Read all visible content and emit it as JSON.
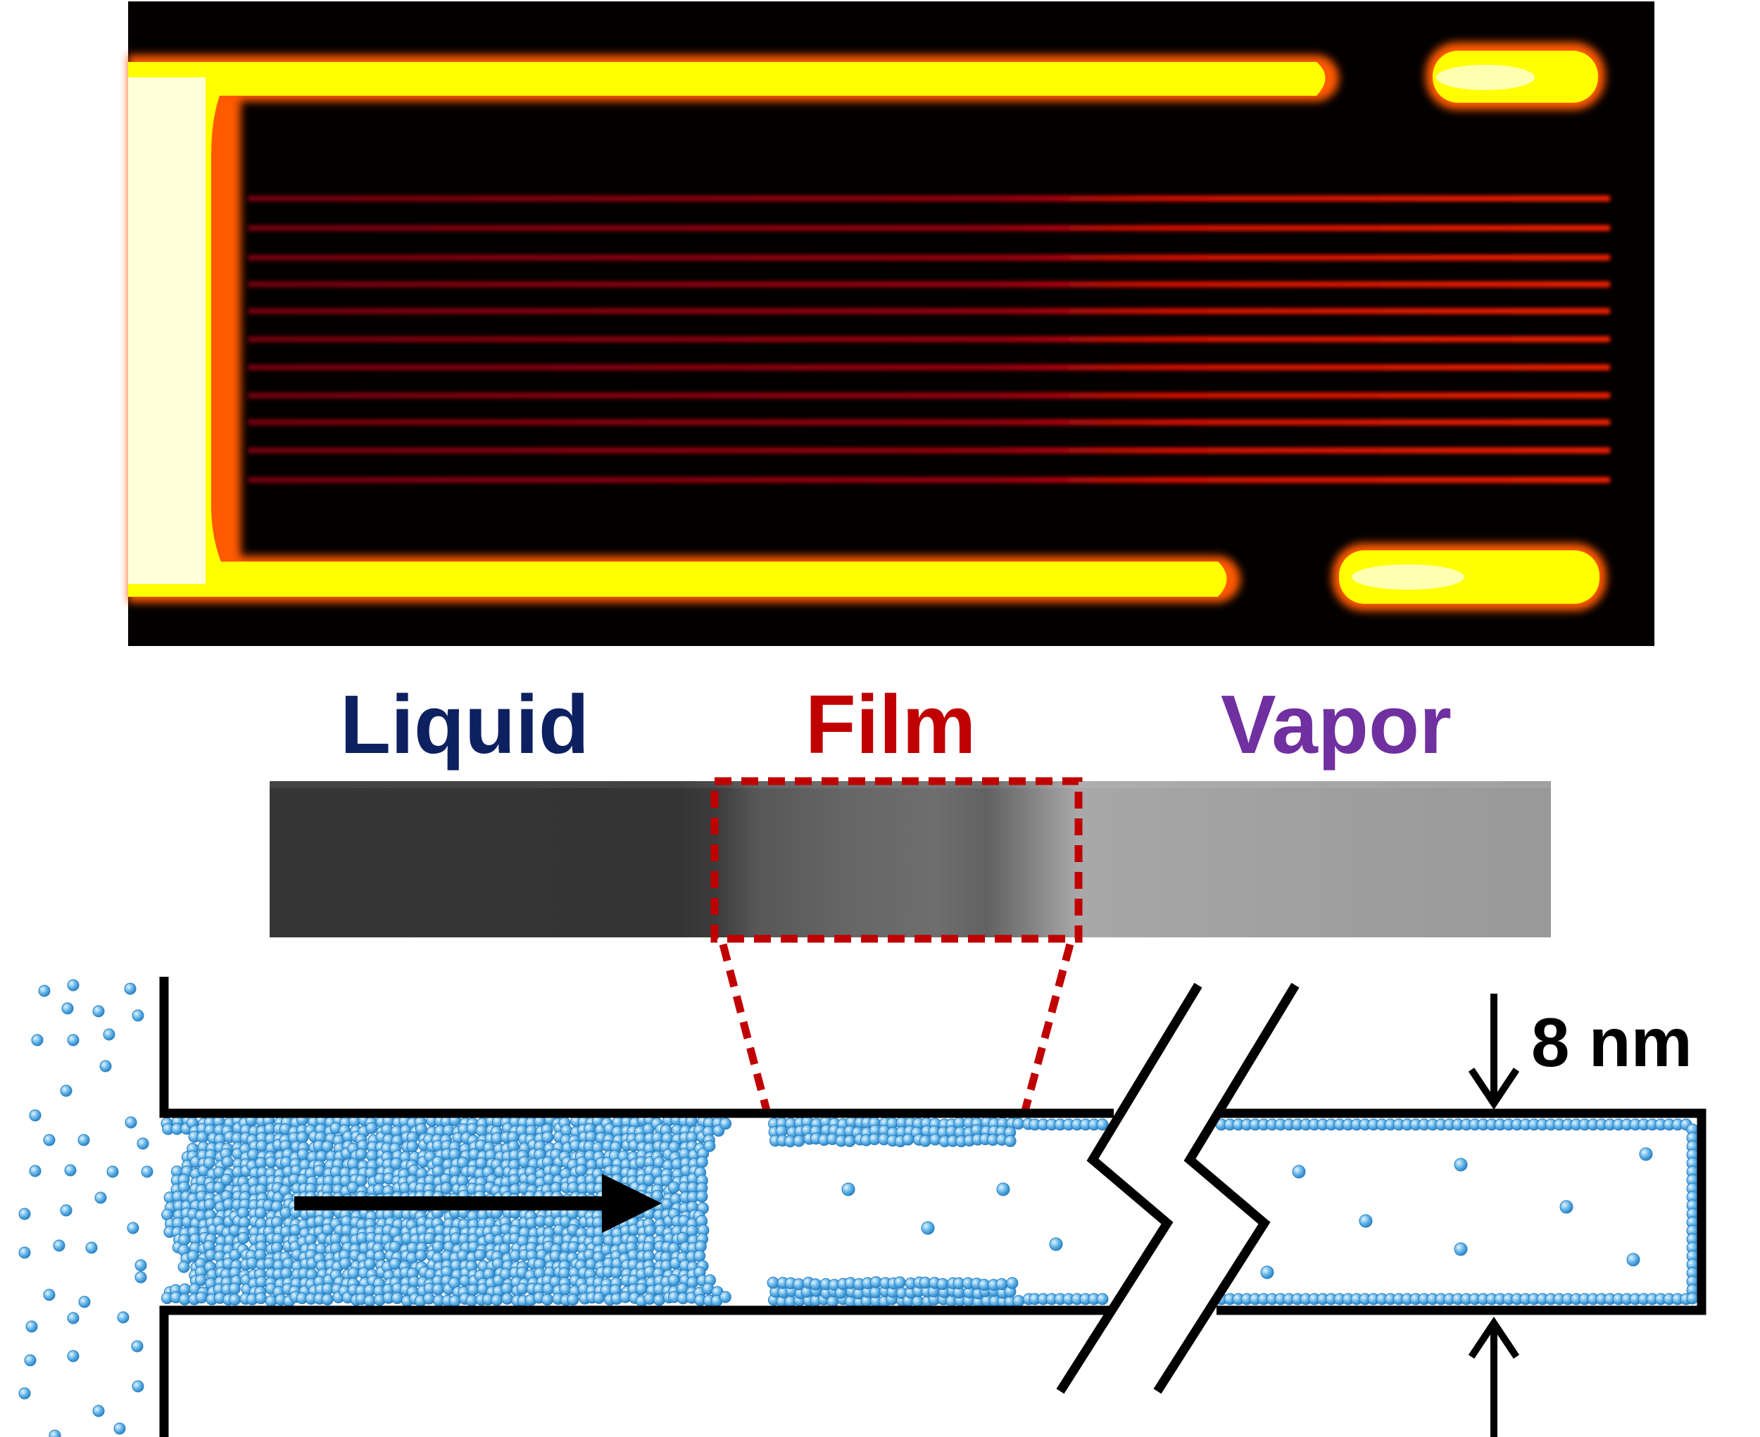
{
  "labels": {
    "liquid": "Liquid",
    "film": "Film",
    "vapor": "Vapor",
    "channel_height": "8 nm"
  },
  "colors": {
    "liquid_label": "#0d2060",
    "film_label": "#c00000",
    "vapor_label": "#7030a0",
    "zoom_box": "#c00000",
    "molecule": "#4aa3dd",
    "molecule_highlight": "#d8efff",
    "wall": "#000000",
    "fluorescence_hot": "#ffff00",
    "fluorescence_line": "#ff1a00",
    "background_dark": "#000000"
  }
}
